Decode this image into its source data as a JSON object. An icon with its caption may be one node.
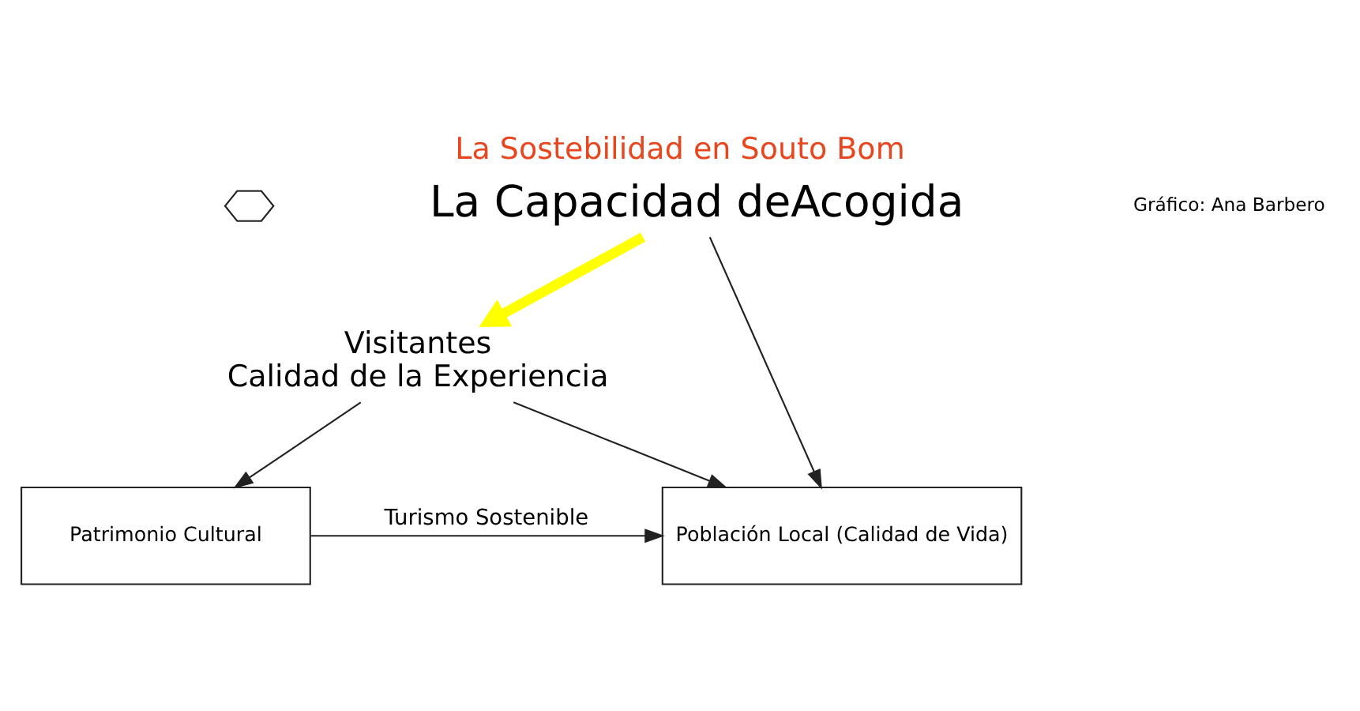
{
  "diagram": {
    "title": "La Sostebilidad en Souto Bom",
    "nodes": [
      {
        "text": [],
        "shape": "hexagon"
      },
      {
        "text": [
          "La Capacidad deAcogida"
        ]
      },
      {
        "text": [
          "Visitantes",
          "Calidad de la Experiencia"
        ]
      },
      {
        "text": [
          "Patrimonio Cultural"
        ]
      },
      {
        "text": [
          "Población Local (Calidad de Vida)"
        ]
      }
    ],
    "edges": [
      {
        "from": 1,
        "to": 2,
        "arrow": "to",
        "style": "thick",
        "color": "#ffff00"
      },
      {
        "from": 1,
        "to": 4,
        "arrow": "to"
      },
      {
        "from": 2,
        "to": 3,
        "arrow": "to"
      },
      {
        "from": 2,
        "to": 4,
        "arrow": "to"
      },
      {
        "from": 3,
        "to": 4,
        "arrow": "to",
        "label": "Turismo Sostenible"
      }
    ],
    "labels": [
      "Gráfico: Ana Barbero"
    ]
  }
}
